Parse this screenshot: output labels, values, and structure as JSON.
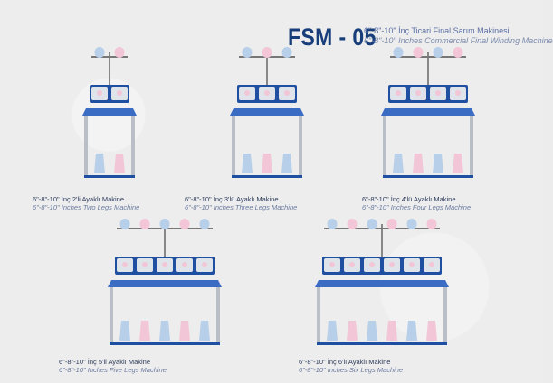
{
  "header": {
    "model": "FSM - 05",
    "title_tr": "6\"-8\"-10\" İnç Ticari Final Sarım Makinesi",
    "title_en": "6\"-8\"-10\" Inches Commercial Final Winding Machine"
  },
  "machines": [
    {
      "caption_tr": "6\"-8\"-10\" İnç 2'li Ayaklı Makine",
      "caption_en": "6\"-8\"-10\" Inches Two Legs Machine",
      "legs": 2
    },
    {
      "caption_tr": "6\"-8\"-10\" İnç 3'lü Ayaklı Makine",
      "caption_en": "6\"-8\"-10\" Inches Three Legs Machine",
      "legs": 3
    },
    {
      "caption_tr": "6\"-8\"-10\" İnç 4'lü Ayaklı Makine",
      "caption_en": "6\"-8\"-10\" Inches Four Legs Machine",
      "legs": 4
    },
    {
      "caption_tr": "6\"-8\"-10\" İnç 5'li Ayaklı Makine",
      "caption_en": "6\"-8\"-10\" Inches Five Legs Machine",
      "legs": 5
    },
    {
      "caption_tr": "6\"-8\"-10\" İnç 6'lı Ayaklı Makine",
      "caption_en": "6\"-8\"-10\" Inches Six Legs Machine",
      "legs": 6
    }
  ],
  "colors": {
    "frame": "#1f4fa0",
    "metal": "#b9bec7",
    "cone_pink": "#f2c6d6",
    "cone_blue": "#b7cfe8",
    "title": "#173e7a"
  }
}
